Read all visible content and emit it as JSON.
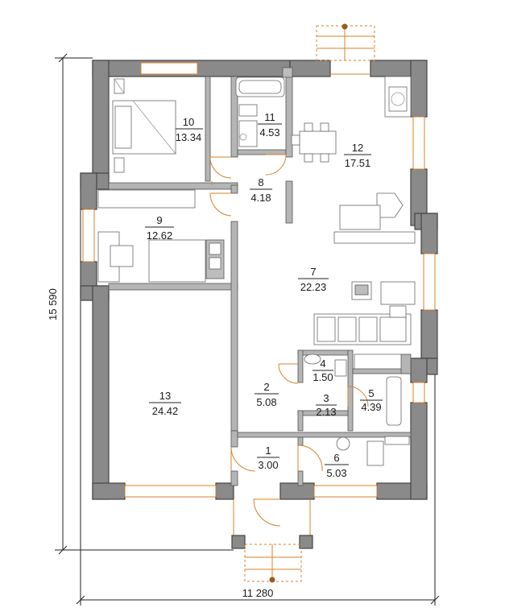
{
  "plan": {
    "overall_width": "11 280",
    "overall_height": "15 590",
    "rooms": [
      {
        "id": "room-1",
        "number": "1",
        "area": "3.00"
      },
      {
        "id": "room-2",
        "number": "2",
        "area": "5.08"
      },
      {
        "id": "room-3",
        "number": "3",
        "area": "2.13"
      },
      {
        "id": "room-4",
        "number": "4",
        "area": "1.50"
      },
      {
        "id": "room-5",
        "number": "5",
        "area": "4.39"
      },
      {
        "id": "room-6",
        "number": "6",
        "area": "5.03"
      },
      {
        "id": "room-7",
        "number": "7",
        "area": "22.23"
      },
      {
        "id": "room-8",
        "number": "8",
        "area": "4.18"
      },
      {
        "id": "room-9",
        "number": "9",
        "area": "12.62"
      },
      {
        "id": "room-10",
        "number": "10",
        "area": "13.34"
      },
      {
        "id": "room-11",
        "number": "11",
        "area": "4.53"
      },
      {
        "id": "room-12",
        "number": "12",
        "area": "17.51"
      },
      {
        "id": "room-13",
        "number": "13",
        "area": "24.42"
      }
    ]
  },
  "colors": {
    "wall": "#8a8a8a",
    "opening": "#d9822b",
    "text": "#1a1a1a"
  }
}
